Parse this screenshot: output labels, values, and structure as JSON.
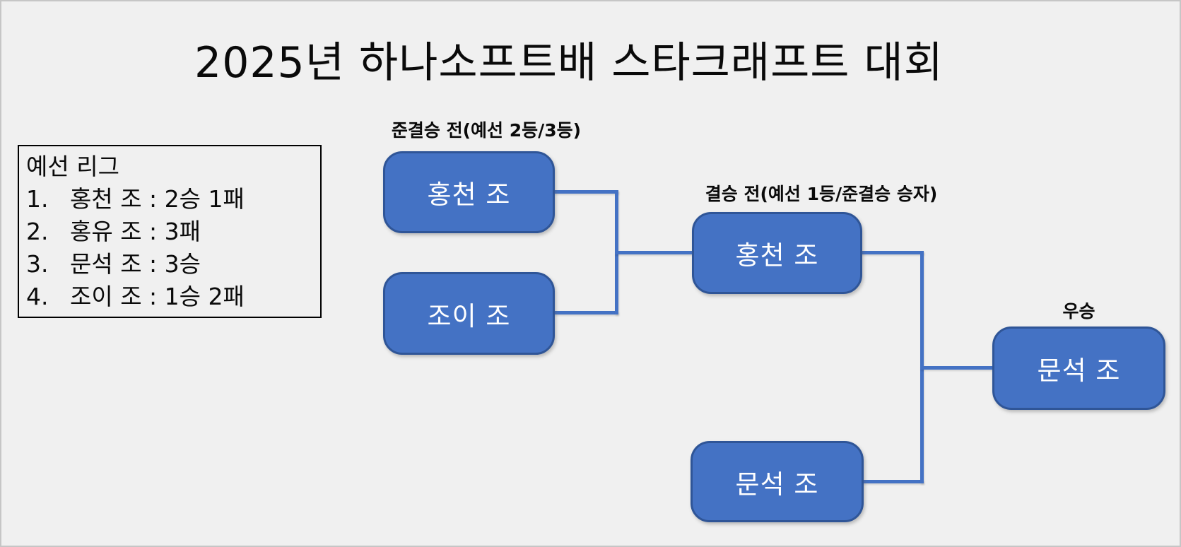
{
  "title": "2025년 하나소프트배 스타크래프트 대회",
  "colors": {
    "background": "#f0f0f0",
    "node_fill": "#4472c4",
    "node_border": "#2f5597",
    "connector": "#4472c4",
    "text_dark": "#0a0a0a",
    "node_text": "#ffffff"
  },
  "standings": {
    "heading": "예선 리그",
    "items": [
      {
        "rank": "1.",
        "text": "홍천 조 : 2승 1패"
      },
      {
        "rank": "2.",
        "text": "홍유 조 : 3패"
      },
      {
        "rank": "3.",
        "text": "문석 조 : 3승"
      },
      {
        "rank": "4.",
        "text": "조이 조 : 1승 2패"
      }
    ]
  },
  "bracket": {
    "semifinal": {
      "label": "준결승 전(예선 2등/3등)",
      "team_top": "홍천 조",
      "team_bottom": "조이 조"
    },
    "final": {
      "label": "결승 전(예선 1등/준결승 승자)",
      "semifinal_winner": "홍천 조",
      "seed_team": "문석 조"
    },
    "winner": {
      "label": "우승",
      "team": "문석 조"
    }
  }
}
